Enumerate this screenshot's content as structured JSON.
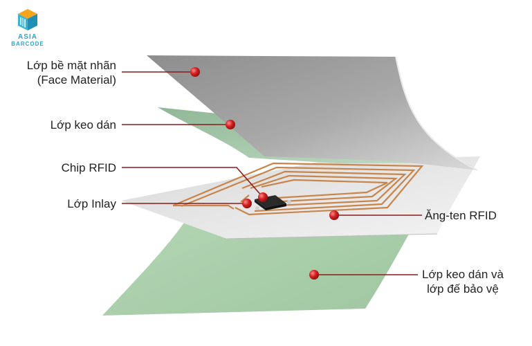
{
  "logo": {
    "line1": "ASIA",
    "line2": "BARCODE",
    "colors": {
      "text": "#2aa7c9",
      "box_left": "#3ab3d6",
      "box_right": "#1f8fb5",
      "box_top": "#f4a51c"
    }
  },
  "labels": {
    "face_material_line1": "Lớp bề mặt nhãn",
    "face_material_line2": "(Face Material)",
    "adhesive": "Lớp keo dán",
    "chip": "Chip RFID",
    "inlay": "Lớp Inlay",
    "antenna": "Ăng-ten RFID",
    "liner_line1": "Lớp keo dán và",
    "liner_line2": "lớp đế bảo vệ"
  },
  "colors": {
    "leader_line": "#8b1a1a",
    "marker": "#d42020",
    "face_sheet": "#9a9a9a",
    "adhesive_sheet": "#9fc4a4",
    "inlay_sheet": "#e6e6e6",
    "antenna_trace": "#c8844a",
    "liner_sheet": "#a9cdab"
  }
}
